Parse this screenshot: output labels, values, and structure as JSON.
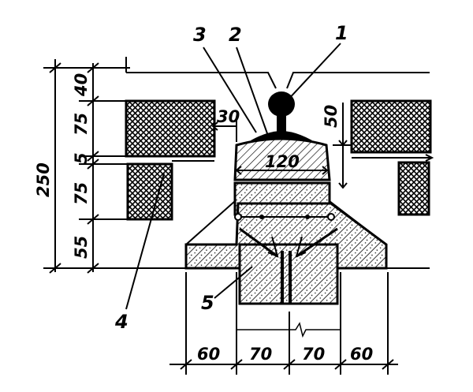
{
  "callouts": {
    "c1": "1",
    "c2": "2",
    "c3": "3",
    "c4": "4",
    "c5": "5"
  },
  "dimensions": {
    "total_height": "250",
    "h_top": "40",
    "h_upper_block": "75",
    "h_gap": "5",
    "h_lower_block": "75",
    "h_bottom": "55",
    "gap_30": "30",
    "right_50": "50",
    "width_120": "120",
    "bottom_60_left": "60",
    "bottom_70_left": "70",
    "bottom_70_right": "70",
    "bottom_60_right": "60"
  }
}
